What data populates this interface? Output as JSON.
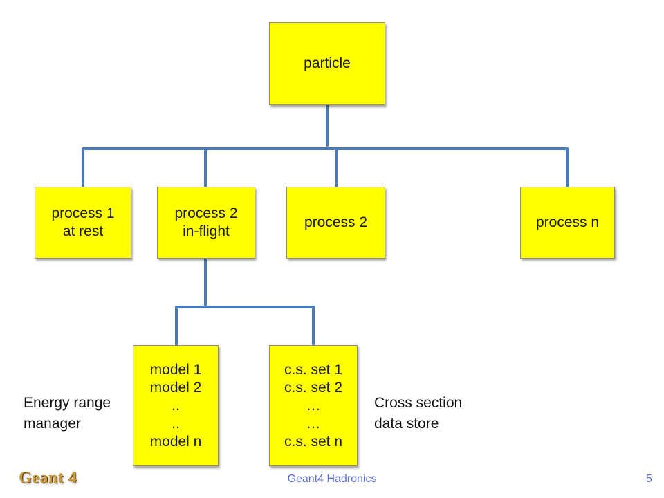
{
  "diagram": {
    "root": {
      "label": "particle"
    },
    "processes": [
      {
        "label": "process 1\nat rest"
      },
      {
        "label": "process 2\nin-flight"
      },
      {
        "label": "process 2"
      },
      {
        "label": "process n"
      }
    ],
    "models": {
      "label": "model 1\nmodel 2\n..\n..\nmodel n"
    },
    "cross_sections": {
      "label": "c.s. set 1\nc.s. set 2\n…\n…\nc.s. set n"
    },
    "energy_label": "Energy range\nmanager",
    "cross_label": "Cross section\ndata store",
    "colors": {
      "node_fill": "#ffff00",
      "connector": "#4a7ab8"
    }
  },
  "footer": {
    "logo_text": "Geant 4",
    "center_text": "Geant4 Hadronics",
    "page_number": "5"
  }
}
